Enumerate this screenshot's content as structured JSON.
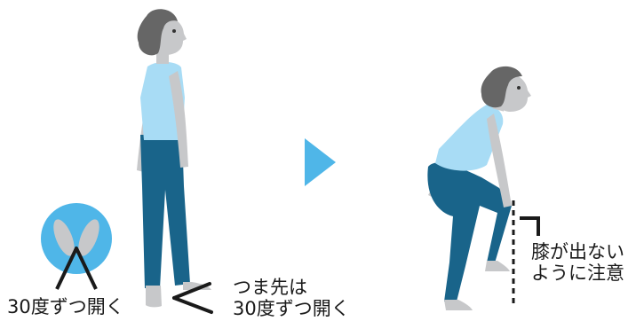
{
  "captions": {
    "feet_open": "30度ずつ開く",
    "toes_open_line1": "つま先は",
    "toes_open_line2": "30度ずつ開く",
    "knee_warning_line1": "膝が出ない",
    "knee_warning_line2": "ように注意"
  },
  "colors": {
    "skin": "#c7c8ca",
    "hair": "#666666",
    "shirt": "#a8dcf5",
    "pants": "#19648a",
    "accent_blue": "#4fb6e8",
    "line": "#1a1a1a"
  },
  "icons": {
    "arrow": "play-triangle-icon",
    "feet": "feet-top-view-icon"
  }
}
